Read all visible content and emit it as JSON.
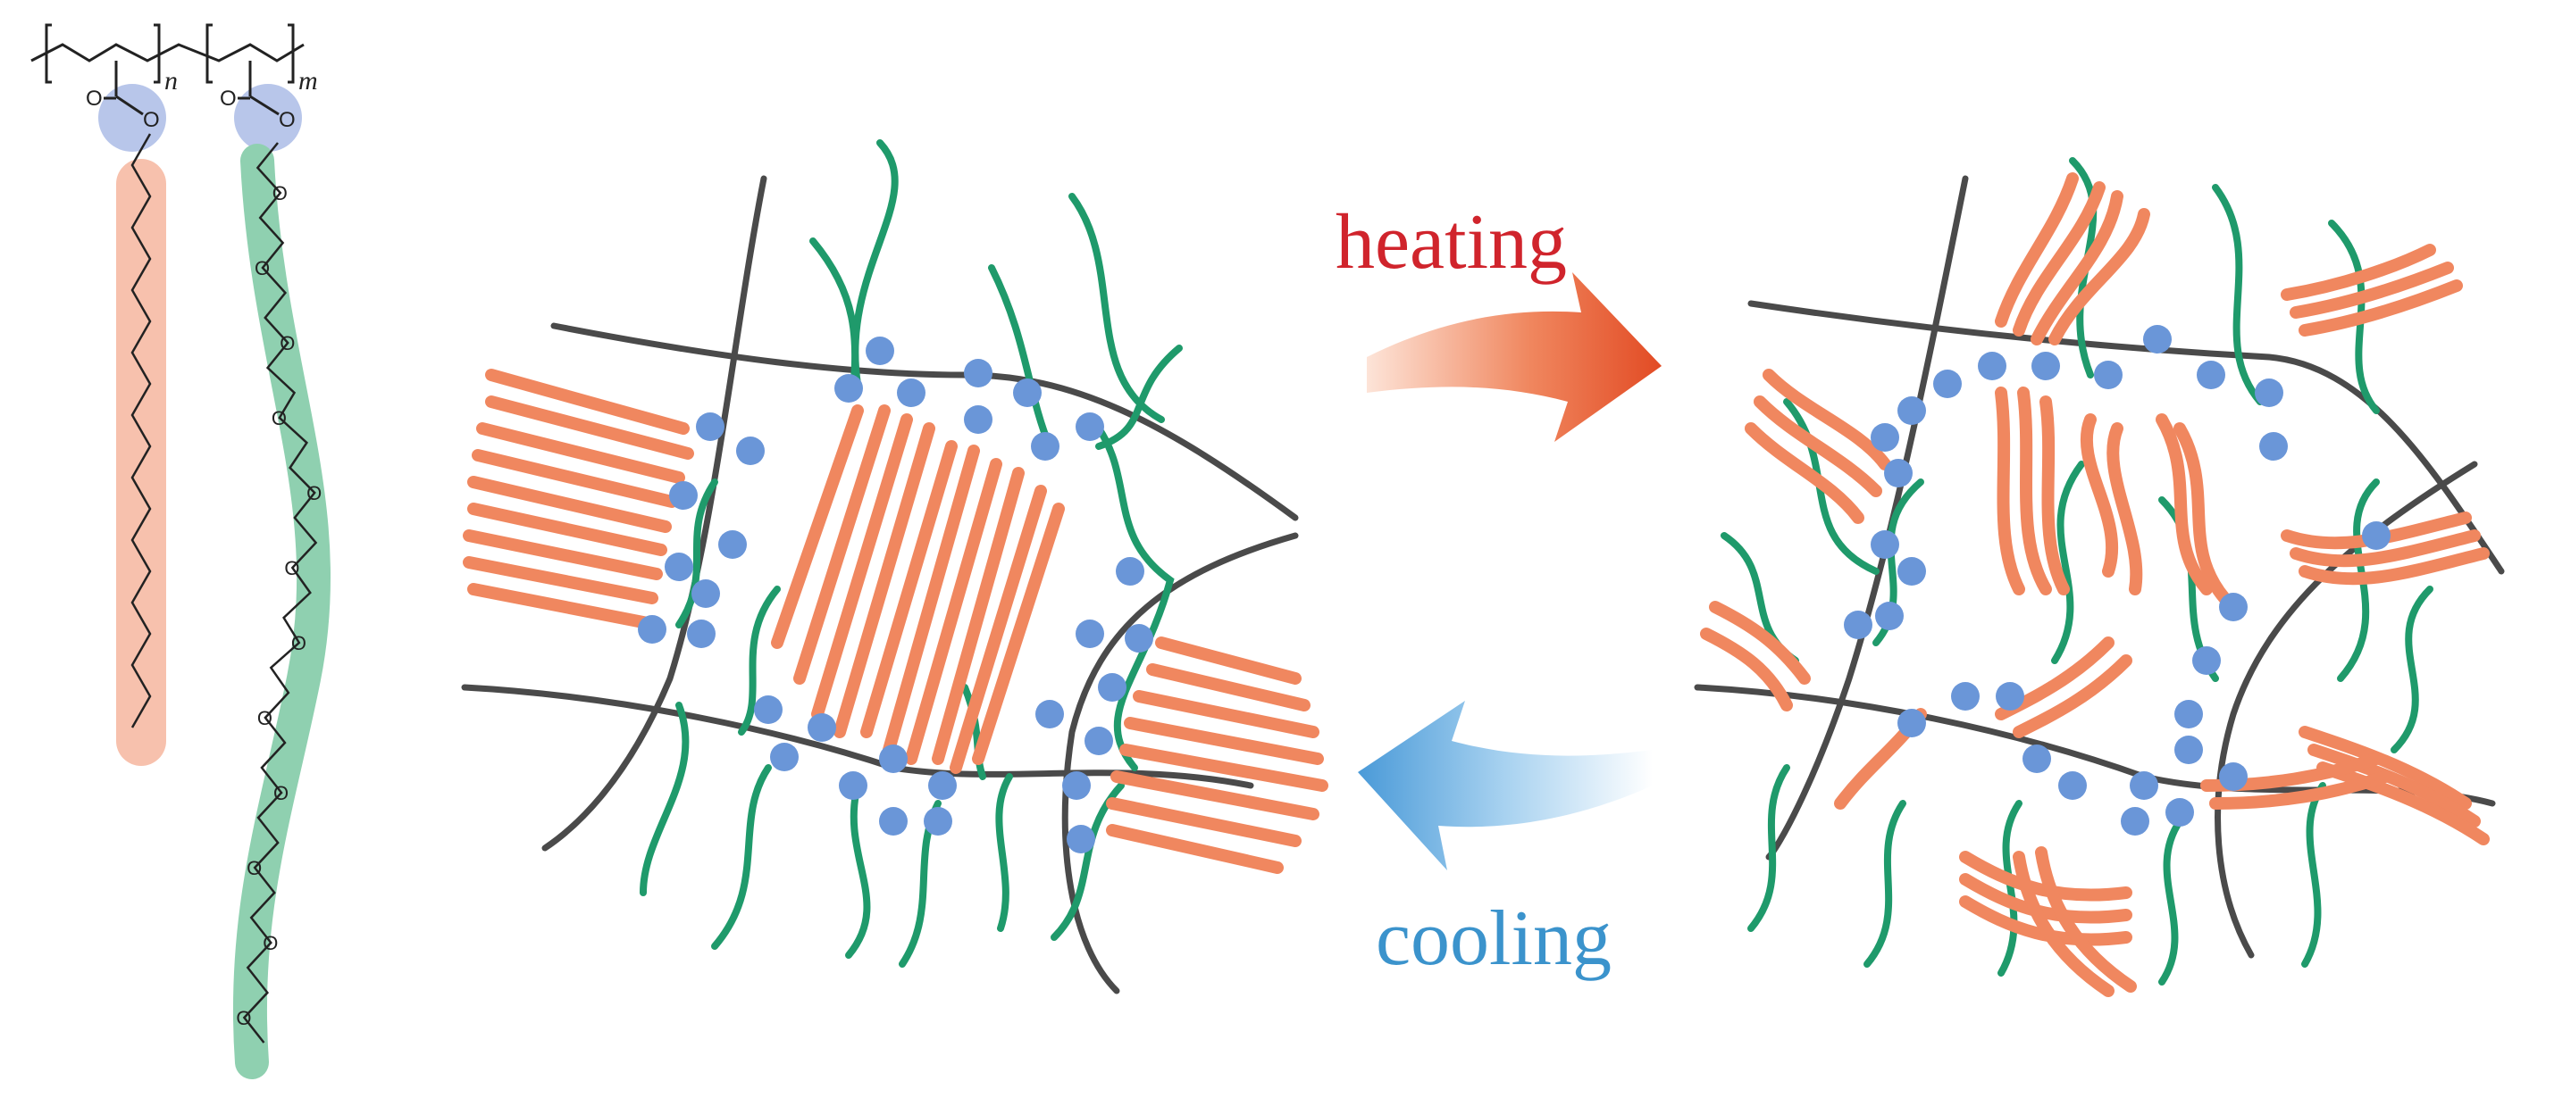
{
  "labels": {
    "heating": "heating",
    "cooling": "cooling",
    "subscript_n": "n",
    "subscript_m": "m",
    "oxygen": "O"
  },
  "colors": {
    "backbone": "#4a4a4a",
    "green_chain": "#1f9a6b",
    "green_side_chain": "#8fd0b0",
    "orange_chain": "#f0875f",
    "orange_side_chain": "#f7c1ad",
    "junction": "#6a96d8",
    "junction_light": "#b8c6ea",
    "heating_text": "#d0242c",
    "cooling_text": "#3b93cc",
    "heating_arrow": "#e9623a",
    "cooling_arrow": "#5aa8df"
  }
}
